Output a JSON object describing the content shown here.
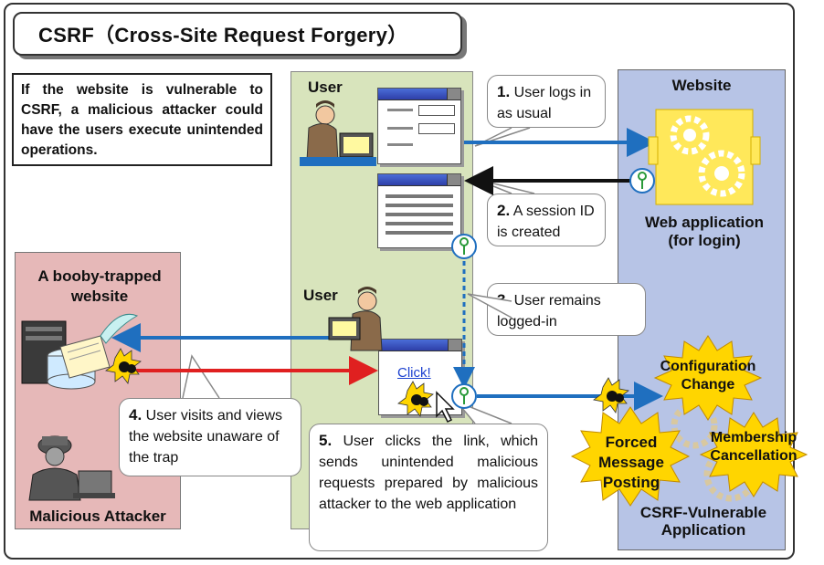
{
  "title": "CSRF（Cross-Site Request Forgery）",
  "intro": "If the website is vulnerable to CSRF, a malicious attacker could have the users execute unintended operations.",
  "labels": {
    "user_top": "User",
    "user_mid": "User",
    "website": "Website",
    "web_app": "Web application\n(for login)",
    "booby": "A booby-trapped website",
    "attacker": "Malicious Attacker",
    "csrf_app": "CSRF-Vulnerable Application",
    "click": "Click!"
  },
  "steps": [
    {
      "num": "1.",
      "text": "User logs in as usual"
    },
    {
      "num": "2.",
      "text": "A session ID is created"
    },
    {
      "num": "3.",
      "text": "User remains logged-in"
    },
    {
      "num": "4.",
      "text": "User visits and views the website unaware of the trap"
    },
    {
      "num": "5.",
      "text": "User clicks the link, which sends unintended malicious requests prepared by malicious attacker to the web application"
    }
  ],
  "effects": [
    "Configuration Change",
    "Membership Cancellation",
    "Forced Message Posting"
  ],
  "colors": {
    "user_bg": "#d8e4bc",
    "web_bg": "#b7c4e6",
    "booby_bg": "#e6b8b8",
    "blue_arrow": "#1f6fbf",
    "red_arrow": "#e02020",
    "burst": "#ffd500"
  }
}
